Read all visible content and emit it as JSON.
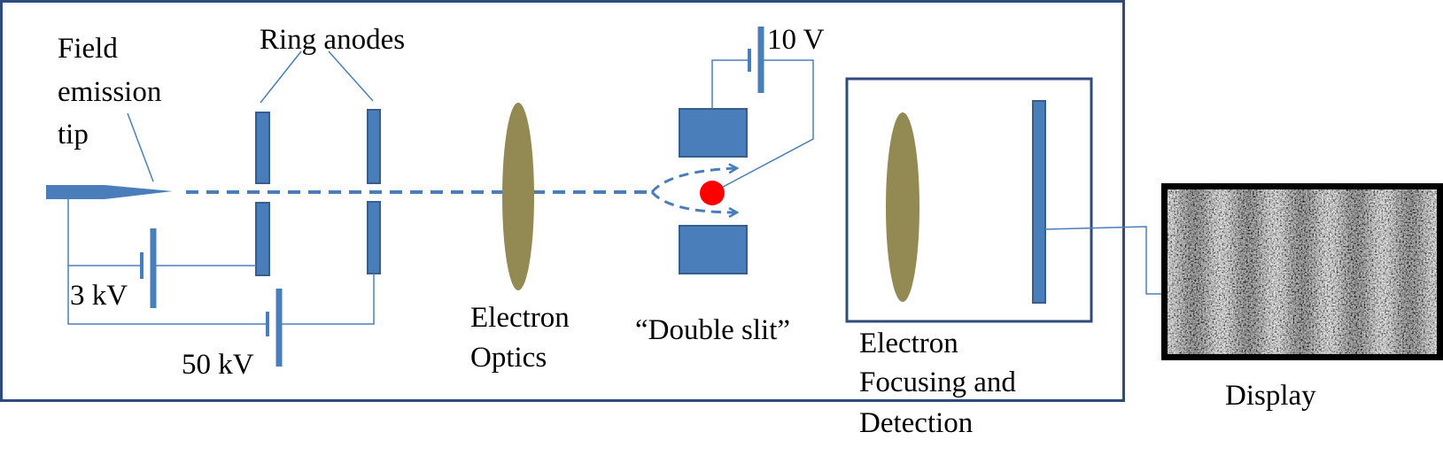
{
  "labels": {
    "tip_line1": "Field",
    "tip_line2": "emission",
    "tip_line3": "tip",
    "ring_anodes": "Ring anodes",
    "voltage_3kv": "3 kV",
    "voltage_50kv": "50 kV",
    "voltage_10v": "10 V",
    "optics_line1": "Electron",
    "optics_line2": "Optics",
    "double_slit": "“Double slit”",
    "focusing_line1": "Electron",
    "focusing_line2": "Focusing and",
    "focusing_line3": "Detection",
    "display": "Display"
  },
  "colors": {
    "outline": "#2f4b7c",
    "component_fill": "#4a7ebb",
    "component_stroke": "#385d8a",
    "beam": "#4a7ebb",
    "wire": "#4a7ebb",
    "lens": "#938953",
    "filament": "#ff0000",
    "screen_frame": "#000000",
    "text": "#000000"
  },
  "icons": {
    "electron_source": "field-emission-tip",
    "battery": "battery-symbol",
    "lens": "electron-lens",
    "filament": "charged-filament",
    "display_pattern": "interference-fringes"
  },
  "display_pattern": {
    "fringe_count": 5
  }
}
